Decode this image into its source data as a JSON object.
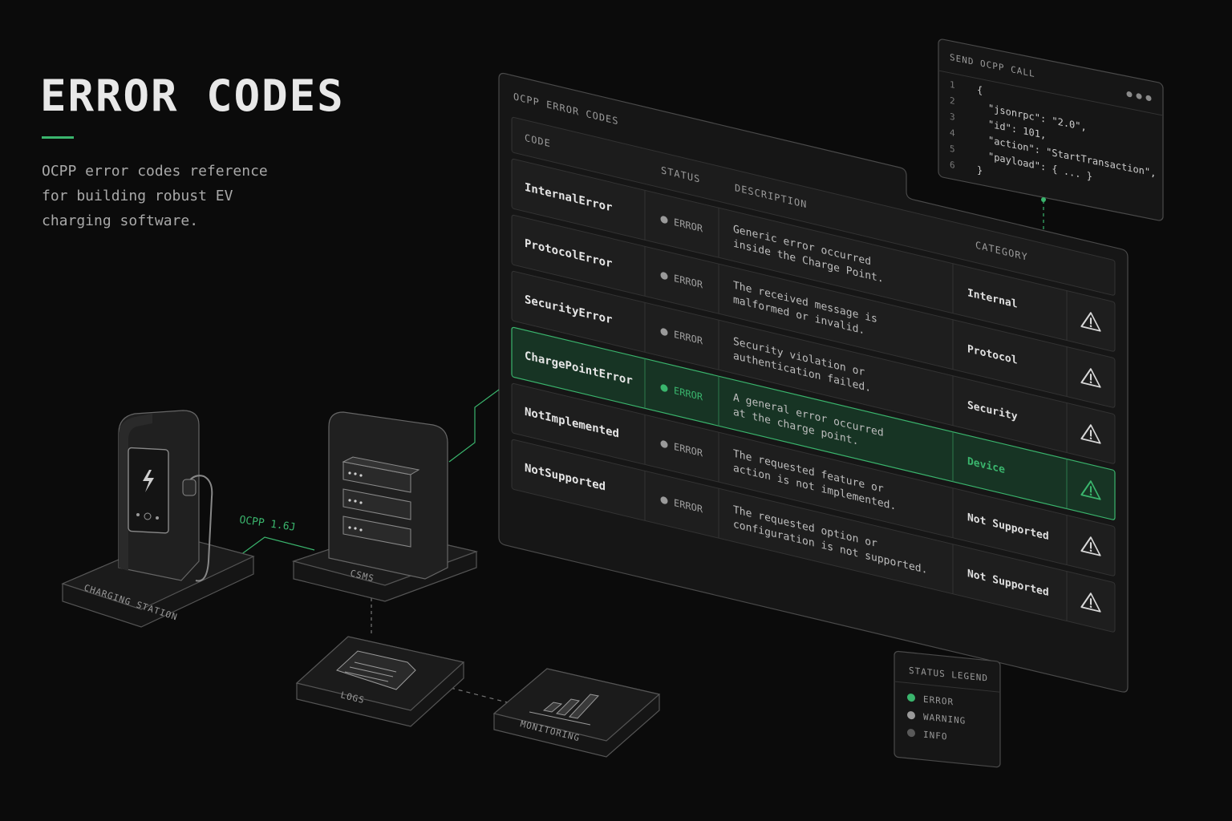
{
  "hero": {
    "title": "ERROR CODES",
    "subtitle_lines": [
      "OCPP error codes reference",
      "for building robust EV",
      "charging software."
    ]
  },
  "colors": {
    "accent": "#3ab56d",
    "background": "#0b0b0b",
    "panel": "#1a1a1a"
  },
  "table": {
    "title": "OCPP ERROR CODES",
    "columns": {
      "code": "CODE",
      "status": "STATUS",
      "description": "DESCRIPTION",
      "category": "CATEGORY"
    },
    "icon": "warning-triangle-icon",
    "rows": [
      {
        "code": "InternalError",
        "status": "ERROR",
        "desc1": "Generic error occurred",
        "desc2": "inside the Charge Point.",
        "category": "Internal",
        "highlighted": false
      },
      {
        "code": "ProtocolError",
        "status": "ERROR",
        "desc1": "The received message is",
        "desc2": "malformed or invalid.",
        "category": "Protocol",
        "highlighted": false
      },
      {
        "code": "SecurityError",
        "status": "ERROR",
        "desc1": "Security violation or",
        "desc2": "authentication failed.",
        "category": "Security",
        "highlighted": false
      },
      {
        "code": "ChargePointError",
        "status": "ERROR",
        "desc1": "A general error occurred",
        "desc2": "at the charge point.",
        "category": "Device",
        "highlighted": true
      },
      {
        "code": "NotImplemented",
        "status": "ERROR",
        "desc1": "The requested feature or",
        "desc2": "action is not implemented.",
        "category": "Not Supported",
        "highlighted": false
      },
      {
        "code": "NotSupported",
        "status": "ERROR",
        "desc1": "The requested option or",
        "desc2": "configuration is not supported.",
        "category": "Not Supported",
        "highlighted": false
      }
    ]
  },
  "code_window": {
    "title": "SEND OCPP CALL",
    "lines": [
      {
        "n": "1",
        "text": "{"
      },
      {
        "n": "2",
        "text": "\"jsonrpc\": \"2.0\","
      },
      {
        "n": "3",
        "text": "\"id\": 101,"
      },
      {
        "n": "4",
        "text": "\"action\": \"StartTransaction\","
      },
      {
        "n": "5",
        "text": "\"payload\": { ... }"
      },
      {
        "n": "6",
        "text": "}"
      }
    ]
  },
  "diagram": {
    "station_label": "CHARGING STATION",
    "csms_label": "CSMS",
    "link_label": "OCPP 1.6J",
    "logs_label": "LOGS",
    "monitoring_label": "MONITORING"
  },
  "legend": {
    "title": "STATUS LEGEND",
    "items": [
      {
        "label": "ERROR",
        "color": "#3ab56d"
      },
      {
        "label": "WARNING",
        "color": "#9a9a9a"
      },
      {
        "label": "INFO",
        "color": "#5a5a5a"
      }
    ]
  }
}
